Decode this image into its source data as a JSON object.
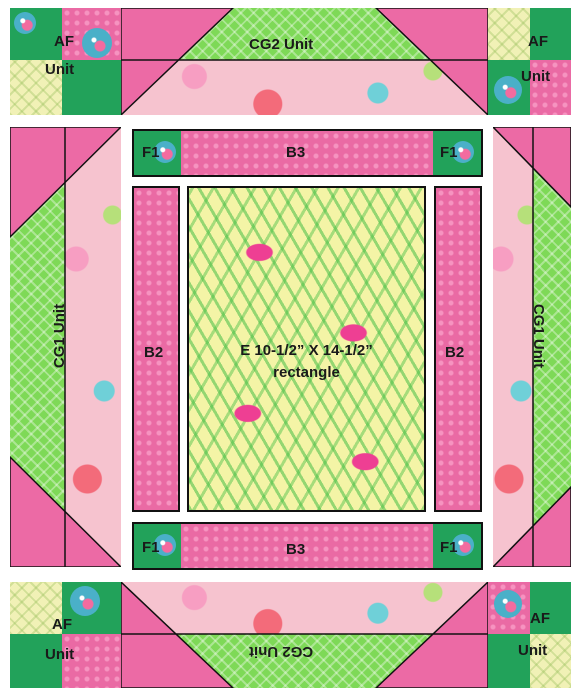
{
  "labels": {
    "af_top_left": [
      "AF",
      "Unit"
    ],
    "af_top_right": [
      "AF",
      "Unit"
    ],
    "af_bottom_left": [
      "AF",
      "Unit"
    ],
    "af_bottom_right": [
      "AF",
      "Unit"
    ],
    "cg2_top": "CG2 Unit",
    "cg2_bottom": "CG2 Unit",
    "cg1_left": "CG1 Unit",
    "cg1_right": "CG1 Unit",
    "b3_top": "B3",
    "b3_bottom": "B3",
    "f1": "F1",
    "b2_left": "B2",
    "b2_right": "B2",
    "center": [
      "E 10-1/2” X 14-1/2”",
      "rectangle"
    ]
  },
  "colors": {
    "pink": "#ec6aa5",
    "green": "#22a25a",
    "lime": "#7ed957",
    "cream": "#f1f1b6",
    "border": "#111111"
  }
}
